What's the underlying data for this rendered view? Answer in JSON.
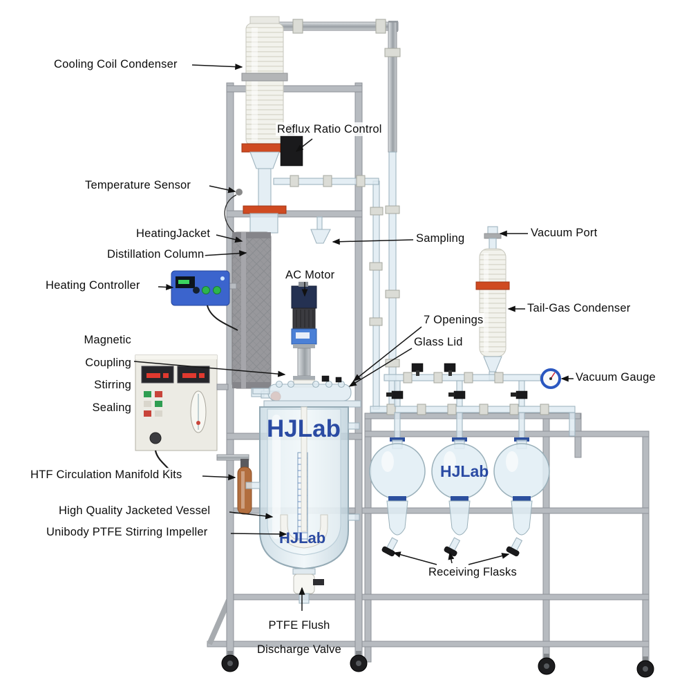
{
  "watermark": {
    "text": "HJLab",
    "color": "#16399b"
  },
  "labels": {
    "cooling_coil_condenser": "Cooling Coil Condenser",
    "reflux_ratio_control": "Reflux Ratio Control",
    "temperature_sensor": "Temperature Sensor",
    "heating_jacket": "HeatingJacket",
    "distillation_column": "Distillation Column",
    "heating_controller": "Heating Controller",
    "sampling": "Sampling",
    "vacuum_port": "Vacuum Port",
    "ac_motor": "AC Motor",
    "tail_gas_condenser": "Tail-Gas Condenser",
    "seven_openings": "7 Openings",
    "glass_lid": "Glass Lid",
    "vacuum_gauge": "Vacuum Gauge",
    "magnetic_sealing": {
      "line1": "Magnetic",
      "line2": "Coupling",
      "line3": "Stirring",
      "line4": "Sealing"
    },
    "htf_circulation_manifold_kits": "HTF Circulation Manifold Kits",
    "high_quality_jacketed_vessel": "High Quality Jacketed Vessel",
    "unibody_ptfe_stirring_impeller": "Unibody PTFE Stirring Impeller",
    "receiving_flasks": "Receiving Flasks",
    "ptfe_flush_discharge_valve": {
      "line1": "PTFE Flush",
      "line2": "Discharge Valve"
    }
  },
  "colors": {
    "clamp_red": "#cf4a21",
    "controller_blue": "#3b64cd",
    "flask_clamp_blue": "#2c4f9e",
    "copper_valve": "#b26e3e",
    "steel_frame": "#b7bbc0"
  }
}
